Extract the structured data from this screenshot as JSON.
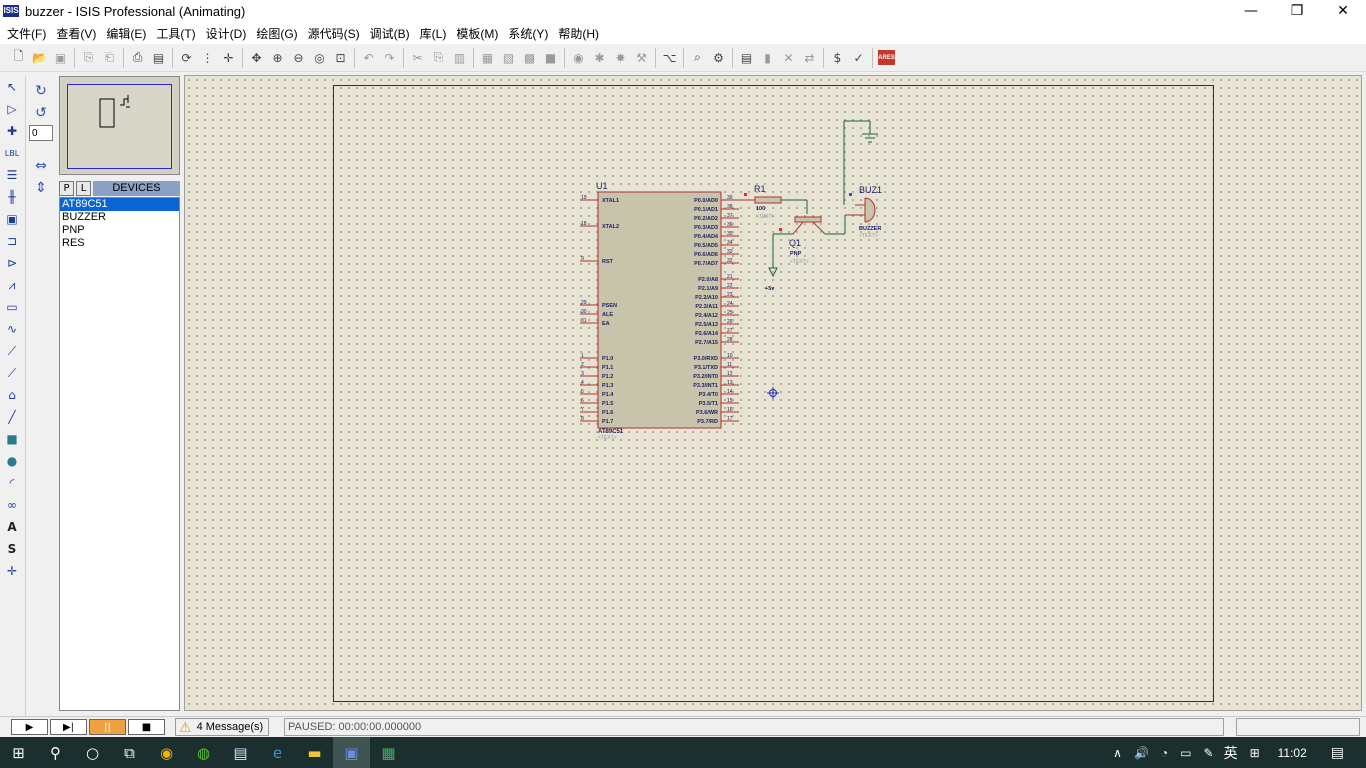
{
  "window": {
    "app_icon_text": "ISIS",
    "title": "buzzer - ISIS Professional (Animating)",
    "minimize": "—",
    "maximize": "❐",
    "close": "✕"
  },
  "menu": [
    "文件(F)",
    "查看(V)",
    "编辑(E)",
    "工具(T)",
    "设计(D)",
    "绘图(G)",
    "源代码(S)",
    "调试(B)",
    "库(L)",
    "模板(M)",
    "系统(Y)",
    "帮助(H)"
  ],
  "toolbar": {
    "icons": [
      "new-file-icon",
      "open-folder-icon",
      "save-icon",
      "sep",
      "import-icon",
      "export-icon",
      "sep",
      "print-icon",
      "print-setup-icon",
      "sep",
      "refresh-icon",
      "grid-icon",
      "origin-icon",
      "sep",
      "pan-icon",
      "zoom-in-icon",
      "zoom-out-icon",
      "zoom-all-icon",
      "zoom-area-icon",
      "sep",
      "undo-icon",
      "redo-icon",
      "sep",
      "cut-icon",
      "copy-icon",
      "paste-icon",
      "sep",
      "block-copy-icon",
      "block-move-icon",
      "block-rotate-icon",
      "block-delete-icon",
      "sep",
      "pick-device-icon",
      "make-device-icon",
      "decompose-icon",
      "package-tool-icon",
      "sep",
      "wire-autorouter-icon",
      "sep",
      "search-tag-icon",
      "property-assignment-icon",
      "sep",
      "new-sheet-icon",
      "remove-sheet-icon",
      "goto-sheet-icon",
      "netlist-icon",
      "sep",
      "bill-of-materials-icon",
      "electrical-check-icon",
      "sep",
      "ares-icon"
    ],
    "ares_label": "ARES"
  },
  "left_tools": [
    "select-mode-icon",
    "component-mode-icon",
    "junction-icon",
    "wire-label-icon",
    "text-script-icon",
    "bus-icon",
    "subcircuit-icon",
    "terminals-icon",
    "device-pins-icon",
    "graph-icon",
    "tape-recorder-icon",
    "generator-icon",
    "voltage-probe-icon",
    "current-probe-icon",
    "virtual-instruments-icon",
    "line-icon",
    "box-icon",
    "circle-icon",
    "arc-icon",
    "path-icon",
    "text-icon",
    "symbol-icon",
    "marker-icon"
  ],
  "rotation": {
    "angle": "0"
  },
  "object_selector": {
    "p_button": "P",
    "l_button": "L",
    "title": "DEVICES",
    "items": [
      "AT89C51",
      "BUZZER",
      "PNP",
      "RES"
    ],
    "selected_index": 0
  },
  "schematic": {
    "u1": {
      "ref": "U1",
      "part": "AT89C51",
      "text_placeholder": "<TEXT>",
      "left_pins": [
        {
          "num": "19",
          "name": "XTAL1"
        },
        {
          "num": "18",
          "name": "XTAL2"
        },
        {
          "num": "9",
          "name": "RST"
        },
        {
          "num": "29",
          "name": "PSEN"
        },
        {
          "num": "30",
          "name": "ALE"
        },
        {
          "num": "31",
          "name": "EA"
        },
        {
          "num": "1",
          "name": "P1.0"
        },
        {
          "num": "2",
          "name": "P1.1"
        },
        {
          "num": "3",
          "name": "P1.2"
        },
        {
          "num": "4",
          "name": "P1.3"
        },
        {
          "num": "5",
          "name": "P1.4"
        },
        {
          "num": "6",
          "name": "P1.5"
        },
        {
          "num": "7",
          "name": "P1.6"
        },
        {
          "num": "8",
          "name": "P1.7"
        }
      ],
      "right_pins": [
        {
          "num": "39",
          "name": "P0.0/AD0"
        },
        {
          "num": "38",
          "name": "P0.1/AD1"
        },
        {
          "num": "37",
          "name": "P0.2/AD2"
        },
        {
          "num": "36",
          "name": "P0.3/AD3"
        },
        {
          "num": "35",
          "name": "P0.4/AD4"
        },
        {
          "num": "34",
          "name": "P0.5/AD5"
        },
        {
          "num": "33",
          "name": "P0.6/AD6"
        },
        {
          "num": "32",
          "name": "P0.7/AD7"
        },
        {
          "num": "21",
          "name": "P2.0/A8"
        },
        {
          "num": "22",
          "name": "P2.1/A9"
        },
        {
          "num": "23",
          "name": "P2.2/A10"
        },
        {
          "num": "24",
          "name": "P2.3/A11"
        },
        {
          "num": "25",
          "name": "P2.4/A12"
        },
        {
          "num": "26",
          "name": "P2.5/A13"
        },
        {
          "num": "27",
          "name": "P2.6/A14"
        },
        {
          "num": "28",
          "name": "P2.7/A15"
        },
        {
          "num": "10",
          "name": "P3.0/RXD"
        },
        {
          "num": "11",
          "name": "P3.1/TXD"
        },
        {
          "num": "12",
          "name": "P3.2/INT0"
        },
        {
          "num": "13",
          "name": "P3.3/INT1"
        },
        {
          "num": "14",
          "name": "P3.4/T0"
        },
        {
          "num": "15",
          "name": "P3.5/T1"
        },
        {
          "num": "16",
          "name": "P3.6/WR"
        },
        {
          "num": "17",
          "name": "P3.7/RD"
        }
      ]
    },
    "r1": {
      "ref": "R1",
      "value": "100",
      "text_placeholder": "<TEXT>"
    },
    "q1": {
      "ref": "Q1",
      "type": "PNP",
      "text_placeholder": "<TEXT>"
    },
    "buz1": {
      "ref": "BUZ1",
      "type": "BUZZER",
      "text_placeholder": "<TEXT>"
    },
    "power": {
      "label": "+5v"
    },
    "colors": {
      "body": "#c8c4ac",
      "outline": "#b03030",
      "wire": "#206040",
      "text": "#202060"
    }
  },
  "simulation": {
    "play": "▶",
    "step": "▶|",
    "pause": "||",
    "stop": "■",
    "state": "paused"
  },
  "messages": {
    "icon": "warning-icon",
    "text": "4 Message(s)"
  },
  "status": {
    "text": "PAUSED: 00:00:00.000000"
  },
  "taskbar": {
    "time": "11:02",
    "ime": "英",
    "apps": [
      "start-icon",
      "search-icon",
      "cortana-icon",
      "task-view-icon",
      "chrome-icon",
      "360-browser-icon",
      "notepad-icon",
      "edge-icon",
      "file-explorer-icon",
      "isis-icon",
      "keil-icon"
    ],
    "active_app": "isis-icon"
  }
}
